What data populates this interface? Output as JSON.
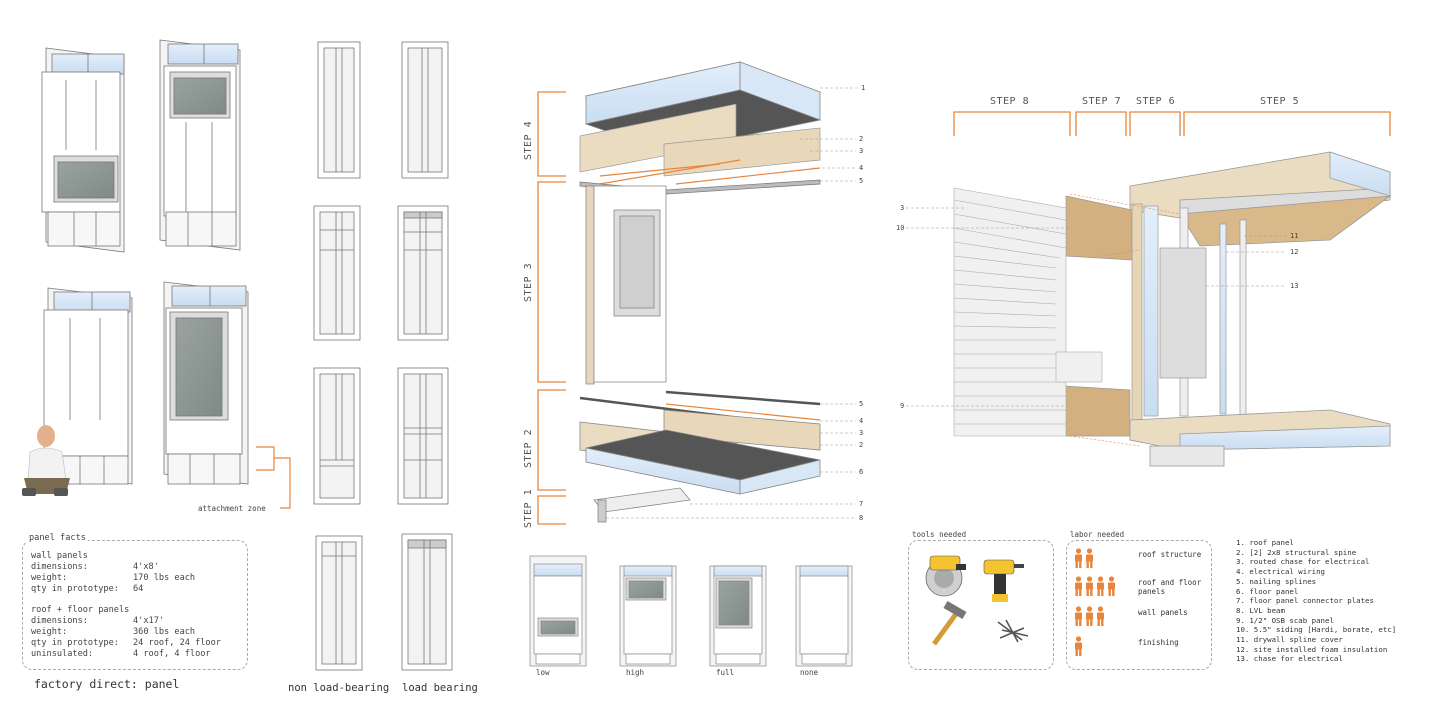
{
  "panel_facts": {
    "title": "panel facts",
    "wall_heading": "wall panels",
    "wall_rows": [
      {
        "label": "dimensions:",
        "value": "4'x8'"
      },
      {
        "label": "weight:",
        "value": "170 lbs each"
      },
      {
        "label": "qty in prototype:",
        "value": "64"
      }
    ],
    "roof_heading": "roof + floor panels",
    "roof_rows": [
      {
        "label": "dimensions:",
        "value": "4'x17'"
      },
      {
        "label": "weight:",
        "value": "360 lbs each"
      },
      {
        "label": "qty in prototype:",
        "value": "24 roof, 24 floor"
      },
      {
        "label": "uninsulated:",
        "value": "4 roof, 4 floor"
      }
    ]
  },
  "captions": {
    "factory": "factory direct: panel",
    "attachment": "attachment zone",
    "non_load": "non load-bearing",
    "load": "load bearing"
  },
  "exploded": {
    "steps": [
      "STEP 4",
      "STEP 3",
      "STEP 2",
      "STEP 1"
    ],
    "numbers": [
      "1",
      "2",
      "3",
      "4",
      "5",
      "5",
      "4",
      "3",
      "2",
      "6",
      "7",
      "8"
    ]
  },
  "window_types": [
    "low",
    "high",
    "full",
    "none"
  ],
  "assembly": {
    "steps": [
      "STEP 8",
      "STEP 7",
      "STEP 6",
      "STEP 5"
    ],
    "numbers": [
      "3",
      "10",
      "9",
      "11",
      "12",
      "13"
    ]
  },
  "tools": {
    "title": "tools needed"
  },
  "labor": {
    "title": "labor needed",
    "items": [
      {
        "label": "roof structure",
        "count": 2
      },
      {
        "label": "roof and floor panels",
        "count": 4
      },
      {
        "label": "wall panels",
        "count": 3
      },
      {
        "label": "finishing",
        "count": 1
      }
    ]
  },
  "legend": [
    "1. roof panel",
    "2. [2] 2x8 structural spine",
    "3. routed chase for electrical",
    "4. electrical wiring",
    "5. nailing splines",
    "6. floor panel",
    "7. floor panel connector plates",
    "8. LVL beam",
    "9. 1/2\" OSB scab panel",
    "10. 5.5\" siding [Hardi, borate, etc]",
    "11. drywall spline cover",
    "12. site installed foam insulation",
    "13. chase for electrical"
  ],
  "colors": {
    "accent": "#e9843b",
    "glass": "#d4e6f5",
    "wood": "#eadcc0",
    "osb": "#d9b98a"
  }
}
